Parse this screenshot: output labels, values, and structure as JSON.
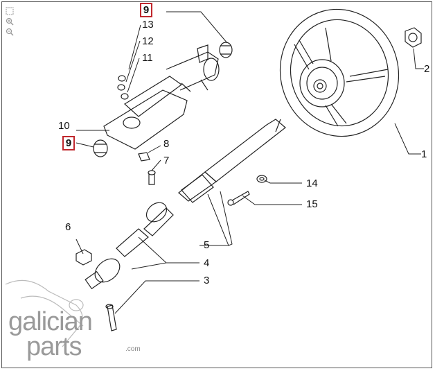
{
  "toolbar": {
    "icons": [
      "fit-page-icon",
      "zoom-in-icon",
      "zoom-out-icon"
    ]
  },
  "callouts": {
    "c1": "1",
    "c2": "2",
    "c3": "3",
    "c4": "4",
    "c5": "5",
    "c6": "6",
    "c7": "7",
    "c8": "8",
    "c9_top": "9",
    "c9_left": "9",
    "c10": "10",
    "c11": "11",
    "c12": "12",
    "c13": "13",
    "c14": "14",
    "c15": "15"
  },
  "watermark": {
    "line1": "galician",
    "line2": "parts",
    "suffix": ".com"
  },
  "colors": {
    "highlight_border": "#c0272d",
    "line": "#222222",
    "watermark": "#9a9a9a"
  }
}
